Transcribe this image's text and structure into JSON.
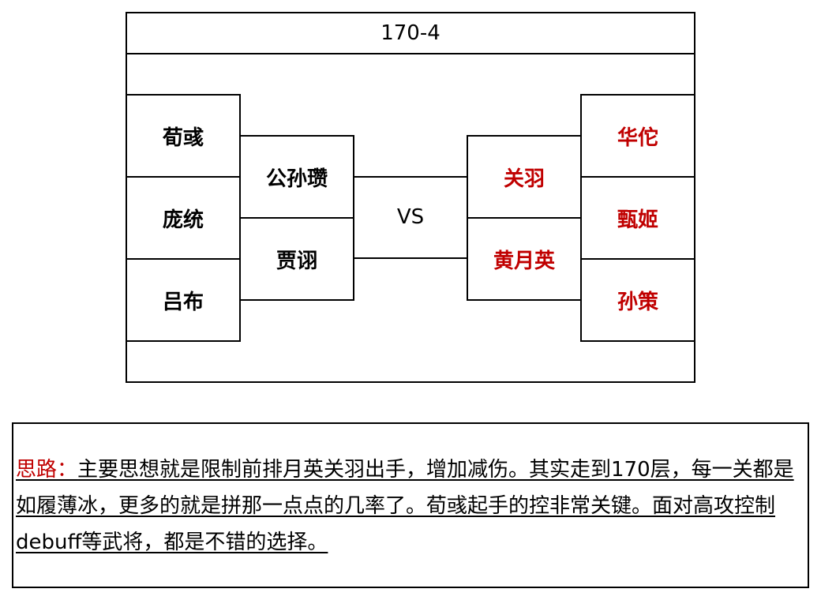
{
  "title": "170-4",
  "left_team": {
    "back": [
      "荀彧",
      "庞统",
      "吕布"
    ],
    "front": [
      "公孙瓒",
      "贾诩"
    ]
  },
  "right_team": {
    "front": [
      "关羽",
      "黄月英"
    ],
    "back": [
      "华佗",
      "甄姬",
      "孙策"
    ]
  },
  "vs_label": "VS",
  "note": {
    "label": "思路：",
    "text": "主要思想就是限制前排月英关羽出手，增加减伤。其实走到170层，每一关都是如履薄冰，更多的就是拼那一点点的几率了。荀彧起手的控非常关键。面对高攻控制debuff等武将，都是不错的选择。"
  },
  "colors": {
    "enemy_text": "#c00000",
    "note_label": "#c00000"
  }
}
